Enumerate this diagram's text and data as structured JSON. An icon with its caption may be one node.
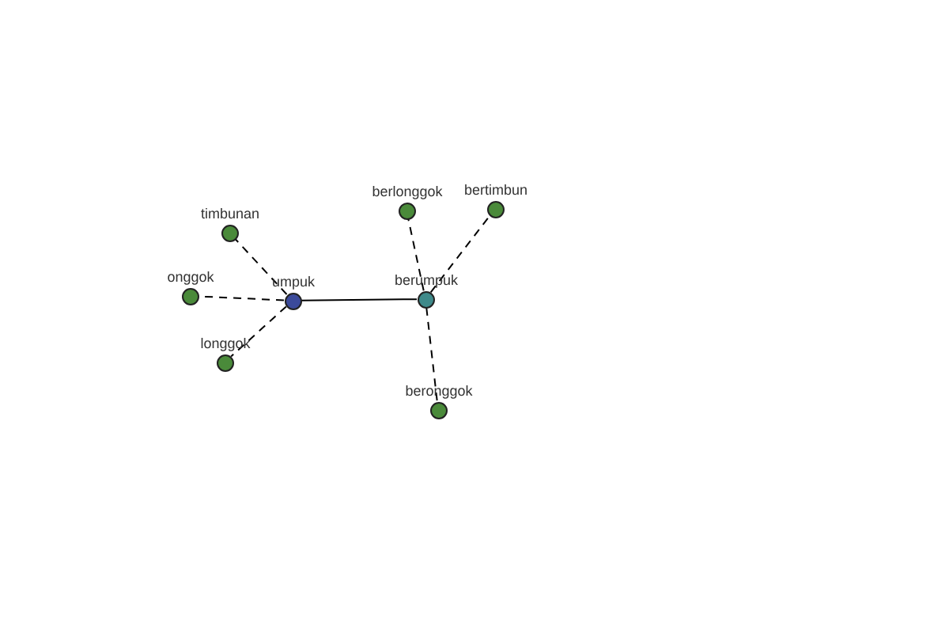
{
  "diagram": {
    "nodes": [
      {
        "text": [
          "umpuk"
        ]
      },
      {
        "text": [
          "berumpuk"
        ]
      },
      {
        "text": [
          "timbunan"
        ]
      },
      {
        "text": [
          "onggok"
        ]
      },
      {
        "text": [
          "longgok"
        ]
      },
      {
        "text": [
          "berlonggok"
        ]
      },
      {
        "text": [
          "bertimbun"
        ]
      },
      {
        "text": [
          "beronggok"
        ]
      }
    ],
    "edges": [
      {
        "from": 0,
        "to": 1,
        "arrow": "none"
      },
      {
        "from": 0,
        "to": 2,
        "arrow": "none",
        "style": "dashed"
      },
      {
        "from": 0,
        "to": 3,
        "arrow": "none",
        "style": "dashed"
      },
      {
        "from": 0,
        "to": 4,
        "arrow": "none",
        "style": "dashed"
      },
      {
        "from": 1,
        "to": 5,
        "arrow": "none",
        "style": "dashed"
      },
      {
        "from": 1,
        "to": 6,
        "arrow": "none",
        "style": "dashed"
      },
      {
        "from": 1,
        "to": 7,
        "arrow": "none",
        "style": "dashed"
      }
    ]
  }
}
